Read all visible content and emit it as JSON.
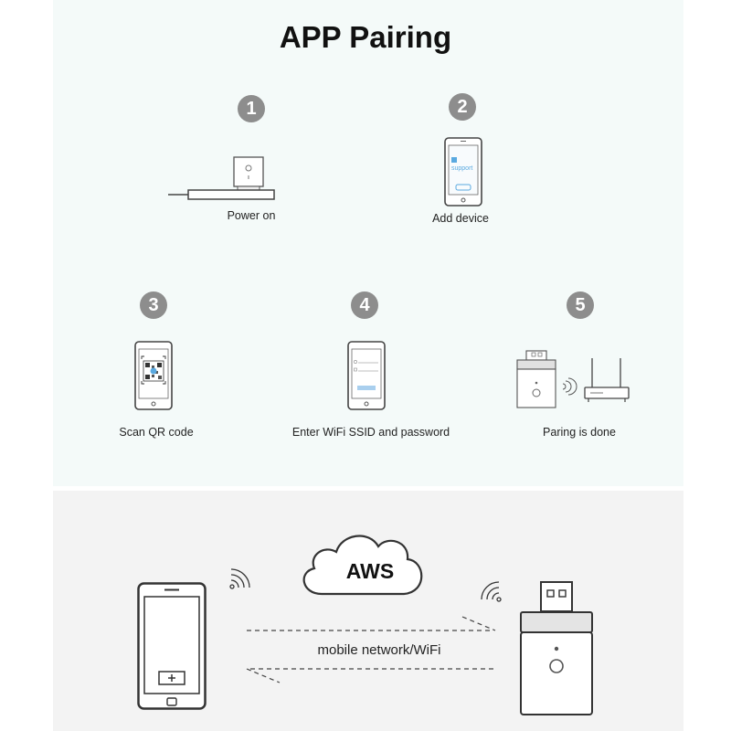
{
  "title": "APP Pairing",
  "steps": [
    {
      "number": "1",
      "label": "Power on"
    },
    {
      "number": "2",
      "label": "Add device"
    },
    {
      "number": "3",
      "label": "Scan QR code"
    },
    {
      "number": "4",
      "label": "Enter WiFi SSID and password"
    },
    {
      "number": "5",
      "label": "Paring is done"
    }
  ],
  "phone_app_text": "support",
  "cloud_label": "AWS",
  "connection_label": "mobile network/WiFi",
  "colors": {
    "step_badge": "#8d8d8d",
    "top_bg": "#f4faf9",
    "bottom_bg": "#f3f3f3",
    "accent_blue": "#5aa9e0"
  }
}
